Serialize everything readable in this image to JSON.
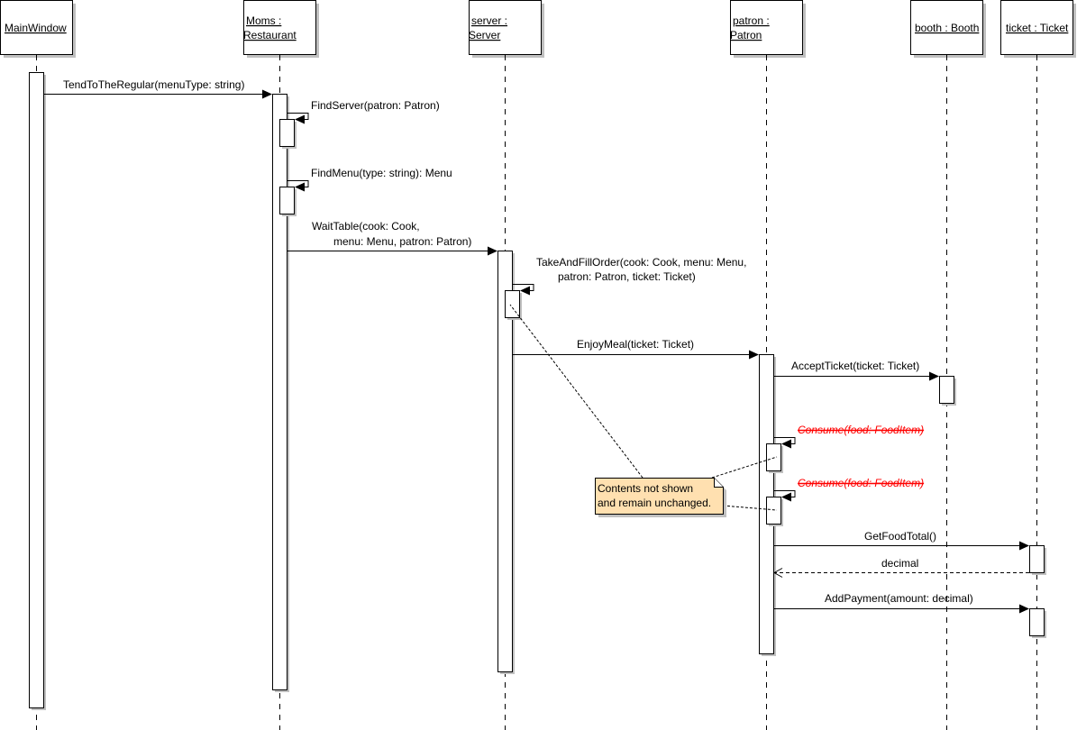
{
  "diagram": {
    "type": "uml-sequence",
    "lifelines": [
      {
        "id": "mainwindow",
        "label_lines": [
          "MainWindow"
        ]
      },
      {
        "id": "moms",
        "label_lines": [
          "Moms :",
          "Restaurant"
        ]
      },
      {
        "id": "server",
        "label_lines": [
          "server :",
          "Server"
        ]
      },
      {
        "id": "patron",
        "label_lines": [
          "patron :",
          "Patron"
        ]
      },
      {
        "id": "booth",
        "label_lines": [
          "booth : Booth"
        ]
      },
      {
        "id": "ticket",
        "label_lines": [
          "ticket : Ticket"
        ]
      }
    ],
    "messages": [
      {
        "id": "m1",
        "from": "mainwindow",
        "to": "moms",
        "kind": "sync",
        "label_lines": [
          "TendToTheRegular(menuType: string)"
        ]
      },
      {
        "id": "m2",
        "from": "moms",
        "to": "moms",
        "kind": "self",
        "label_lines": [
          "FindServer(patron: Patron)"
        ]
      },
      {
        "id": "m3",
        "from": "moms",
        "to": "moms",
        "kind": "self",
        "label_lines": [
          "FindMenu(type: string): Menu"
        ]
      },
      {
        "id": "m4",
        "from": "moms",
        "to": "server",
        "kind": "sync",
        "label_lines": [
          "WaitTable(cook: Cook,",
          "menu: Menu, patron: Patron)"
        ]
      },
      {
        "id": "m5",
        "from": "server",
        "to": "server",
        "kind": "self",
        "label_lines": [
          "TakeAndFillOrder(cook: Cook, menu: Menu,",
          "patron: Patron, ticket: Ticket)"
        ]
      },
      {
        "id": "m6",
        "from": "server",
        "to": "patron",
        "kind": "sync",
        "label_lines": [
          "EnjoyMeal(ticket: Ticket)"
        ]
      },
      {
        "id": "m7",
        "from": "patron",
        "to": "booth",
        "kind": "sync",
        "label_lines": [
          "AcceptTicket(ticket: Ticket)"
        ]
      },
      {
        "id": "m8",
        "from": "patron",
        "to": "patron",
        "kind": "self-deleted",
        "label_lines": [
          "Consume(food: FoodItem)"
        ]
      },
      {
        "id": "m9",
        "from": "patron",
        "to": "patron",
        "kind": "self-deleted",
        "label_lines": [
          "Consume(food: FoodItem)"
        ]
      },
      {
        "id": "m10",
        "from": "patron",
        "to": "ticket",
        "kind": "sync",
        "label_lines": [
          "GetFoodTotal()"
        ]
      },
      {
        "id": "m11",
        "from": "ticket",
        "to": "patron",
        "kind": "return",
        "label_lines": [
          "decimal"
        ]
      },
      {
        "id": "m12",
        "from": "patron",
        "to": "ticket",
        "kind": "sync",
        "label_lines": [
          "AddPayment(amount: decimal)"
        ]
      }
    ],
    "note": {
      "text_lines": [
        "Contents not shown",
        "and remain unchanged."
      ],
      "anchors": [
        "m5",
        "m8",
        "m9"
      ]
    },
    "colors": {
      "line": "#000000",
      "shadow": "#c0c0c0",
      "note_fill": "#ffe0b0",
      "deleted_text": "#ff0000"
    }
  }
}
